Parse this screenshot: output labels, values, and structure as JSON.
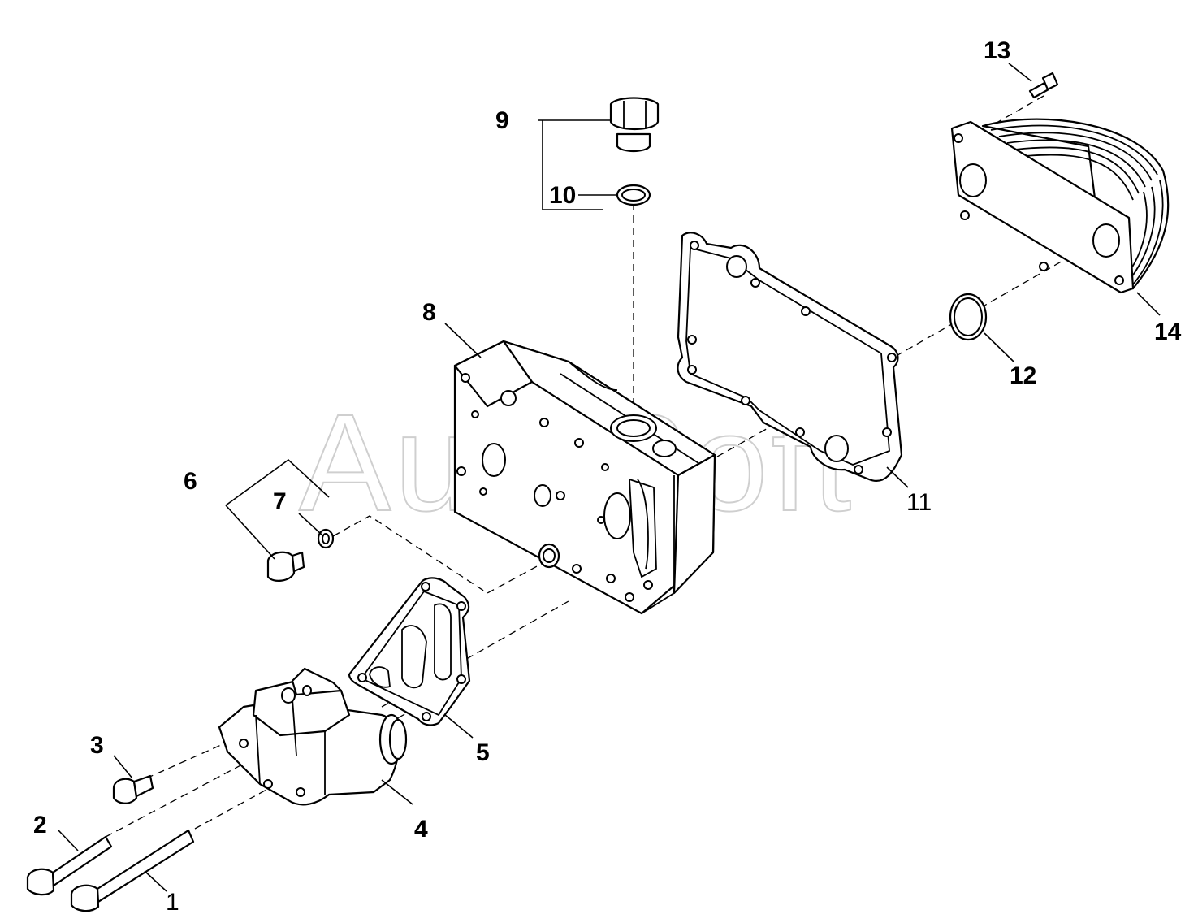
{
  "watermark": "AutoSoft",
  "callouts": {
    "c1": "1",
    "c2": "2",
    "c3": "3",
    "c4": "4",
    "c5": "5",
    "c6": "6",
    "c7": "7",
    "c8": "8",
    "c9": "9",
    "c10": "10",
    "c11": "11",
    "c12": "12",
    "c13": "13",
    "c14": "14"
  }
}
